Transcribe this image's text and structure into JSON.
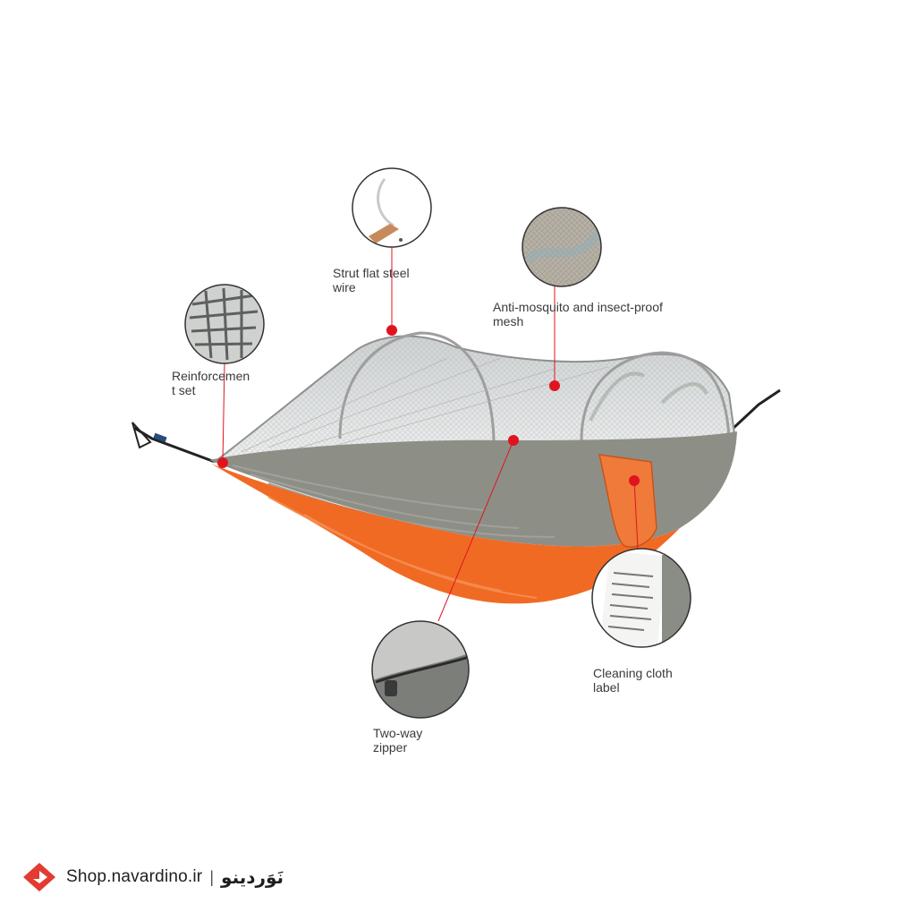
{
  "callouts": {
    "strut": "Strut flat steel\nwire",
    "mesh": "Anti-mosquito and insect-proof\nmesh",
    "reinforcement": "Reinforcemen\nt set",
    "zipper": "Two-way\nzipper",
    "cleaning": "Cleaning cloth\nlabel"
  },
  "brand": {
    "url": "Shop.navardino.ir",
    "separator": "|",
    "name_fa": "نَوَردینو"
  },
  "colors": {
    "marker": "#e0141e",
    "orange": "#f06a24",
    "gray": "#8d8f87",
    "logo_red": "#e33b32"
  }
}
